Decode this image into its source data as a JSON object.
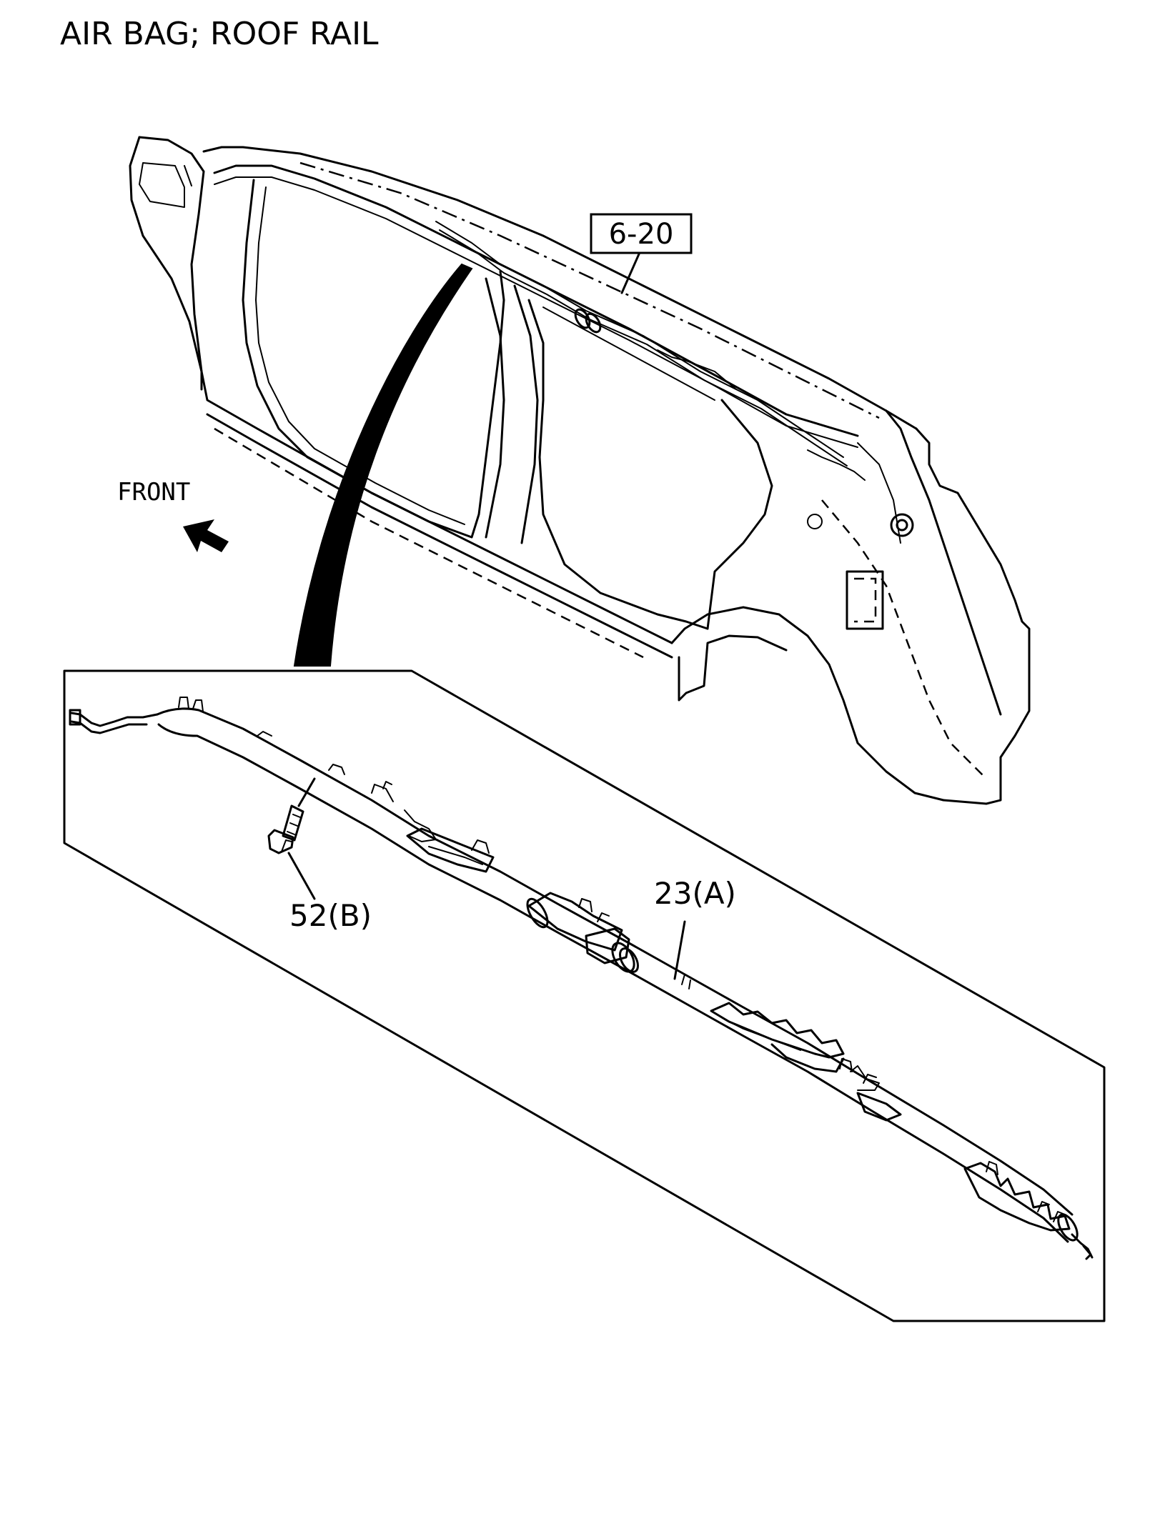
{
  "title": "AIR BAG; ROOF RAIL",
  "labels": {
    "front": "FRONT",
    "ref_box": "6-20",
    "part_airbag": "23(A)",
    "part_bolt": "52(B)"
  },
  "colors": {
    "line": "#000000",
    "background": "#ffffff"
  },
  "icons": {
    "front_arrow": "arrow-up-left-icon"
  }
}
